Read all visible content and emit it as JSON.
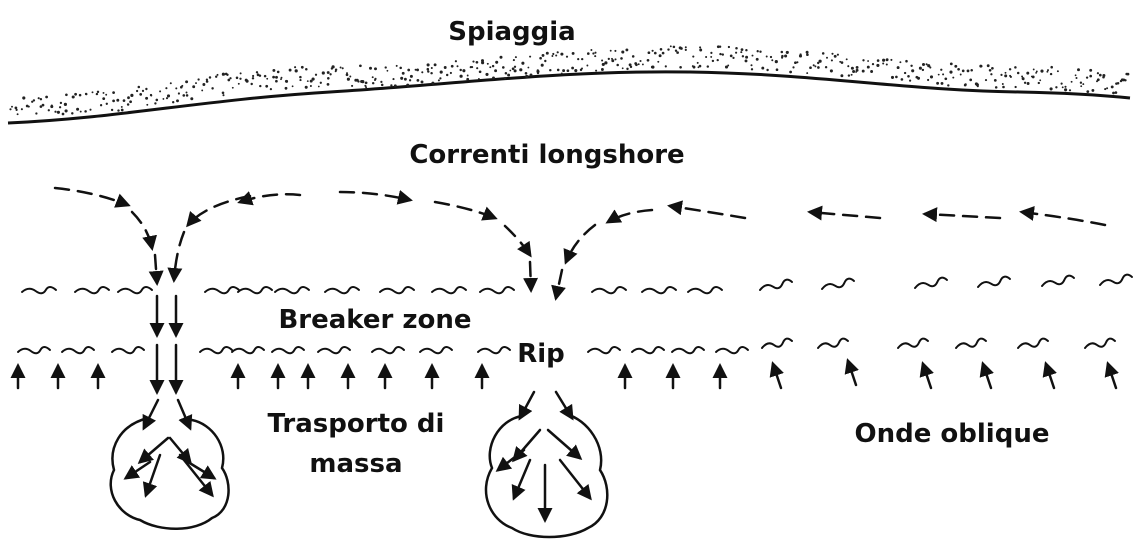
{
  "labels": {
    "beach": "Spiaggia",
    "longshore": "Correnti longshore",
    "breaker": "Breaker zone",
    "rip": "Rip",
    "mass_line1": "Trasporto di",
    "mass_line2": "massa",
    "oblique": "Onde oblique"
  },
  "colors": {
    "ink": "#111111",
    "background": "#ffffff"
  }
}
